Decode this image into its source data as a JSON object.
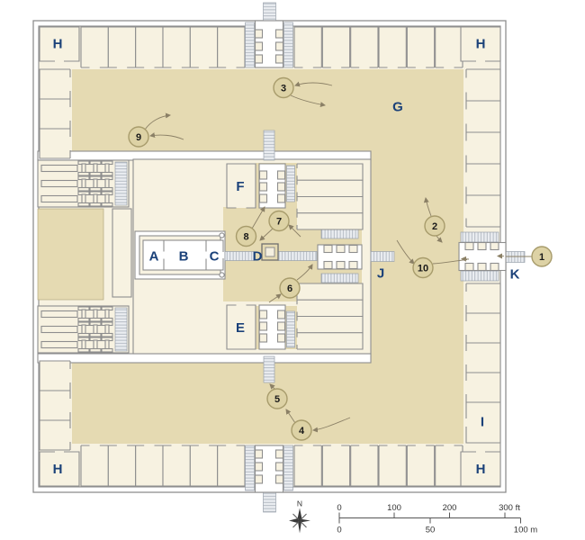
{
  "diagram": {
    "type": "temple-floor-plan",
    "letter_labels": [
      {
        "id": "A",
        "text": "A"
      },
      {
        "id": "B",
        "text": "B"
      },
      {
        "id": "C",
        "text": "C"
      },
      {
        "id": "D",
        "text": "D"
      },
      {
        "id": "E",
        "text": "E"
      },
      {
        "id": "F",
        "text": "F"
      },
      {
        "id": "G",
        "text": "G"
      },
      {
        "id": "H-northwest",
        "text": "H"
      },
      {
        "id": "H-northeast",
        "text": "H"
      },
      {
        "id": "H-southwest",
        "text": "H"
      },
      {
        "id": "H-southeast",
        "text": "H"
      },
      {
        "id": "I",
        "text": "I"
      },
      {
        "id": "J",
        "text": "J"
      },
      {
        "id": "K",
        "text": "K"
      }
    ],
    "number_markers": [
      {
        "text": "1"
      },
      {
        "text": "2"
      },
      {
        "text": "3"
      },
      {
        "text": "4"
      },
      {
        "text": "5"
      },
      {
        "text": "6"
      },
      {
        "text": "7"
      },
      {
        "text": "8"
      },
      {
        "text": "9"
      },
      {
        "text": "10"
      }
    ]
  },
  "scale_bar": {
    "feet_ticks": [
      "0",
      "100",
      "200",
      "300 ft"
    ],
    "meter_ticks": [
      "0",
      "50",
      "100 m"
    ]
  },
  "compass": {
    "north_label": "N"
  },
  "colors": {
    "background": "#ffffff",
    "court": "#e5dab2",
    "room": "#f7f2e1",
    "wall_line": "#8e8e8e",
    "letter": "#1b4179",
    "marker_fill": "#ddd2a5",
    "marker_stroke": "#a89c6c",
    "arrow": "#8b8066"
  }
}
